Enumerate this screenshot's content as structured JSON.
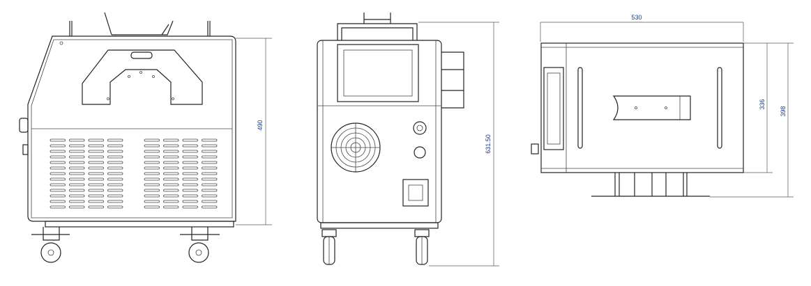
{
  "views": {
    "side": {
      "height_label": "490"
    },
    "front": {
      "height_label": "631.50"
    },
    "top": {
      "width_label": "530",
      "depth_label": "336",
      "overall_depth_label": "398"
    }
  }
}
